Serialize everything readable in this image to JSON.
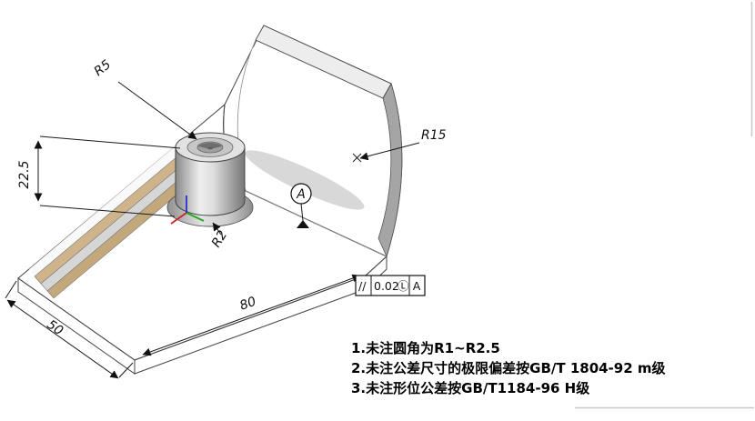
{
  "drawing": {
    "dims": {
      "r5": "R5",
      "boss_height": "22.5",
      "r15": "R15",
      "r2": "R2",
      "length": "80",
      "width": "50"
    },
    "datum": {
      "label": "A"
    },
    "fcf": {
      "symbol": "//",
      "tolerance": "0.02",
      "modifier": "Ⓛ",
      "datum_ref": "A"
    },
    "notes": [
      "1.未注圆角为R1~R2.5",
      "2.未注公差尺寸的极限偏差按GB/T 1804-92 m级",
      "3.未注形位公差按GB/T1184-96 H级"
    ],
    "colors": {
      "part_light": "#f2f2f2",
      "part_mid": "#c9c9c9",
      "part_dark": "#8f8f8f",
      "step_tan": "#cdb38c",
      "axis_x": "#cc2222",
      "axis_y": "#22aa22",
      "axis_z": "#2233cc"
    }
  }
}
